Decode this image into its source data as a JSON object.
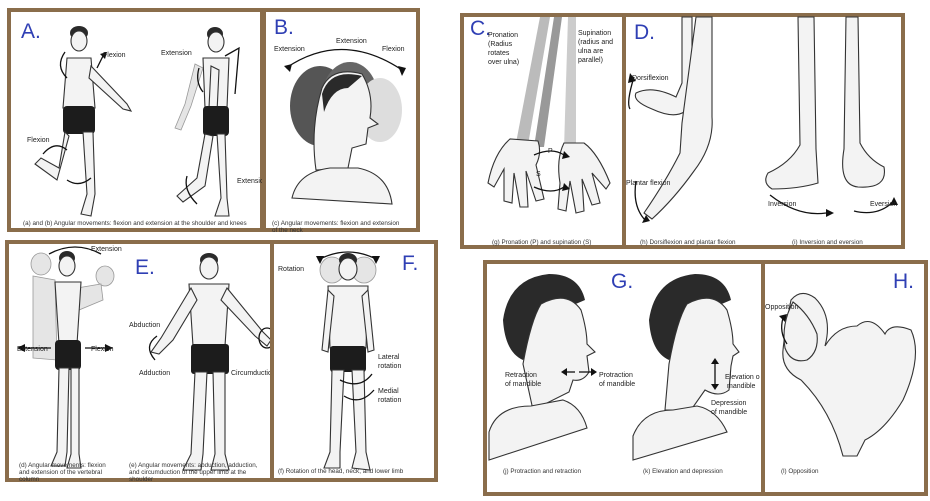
{
  "colors": {
    "frame": "#8a6d4b",
    "letters": "#2f3fb4"
  },
  "panelA": {
    "letter": "A.",
    "flexion_top": "Flexion",
    "extension_top": "Extension",
    "flexion_knee": "Flexion",
    "extension_knee": "Extension",
    "caption": "(a) and (b) Angular movements: flexion and extension at the shoulder and knees"
  },
  "panelB": {
    "letter": "B.",
    "extension": "Extension",
    "extension2": "Extension",
    "flexion": "Flexion",
    "caption_1": "(c) Angular movements: flexion and extension",
    "caption_2": "of the neck"
  },
  "panelC": {
    "letter": "C.",
    "pronation_1": "Pronation",
    "pronation_2": "(Radius",
    "pronation_3": "rotates",
    "pronation_4": "over ulna)",
    "supination_1": "Supination",
    "supination_2": "(radius and",
    "supination_3": "ulna are",
    "supination_4": "parallel)",
    "p": "P",
    "s": "S",
    "caption": "(g) Pronation (P) and supination (S)"
  },
  "panelD": {
    "letter": "D.",
    "dorsiflexion": "Dorsiflexion",
    "plantar": "Plantar flexion",
    "inversion": "Inversion",
    "eversion": "Eversion",
    "caption_h": "(h) Dorsiflexion and plantar flexion",
    "caption_i": "(i) Inversion and eversion"
  },
  "panelE": {
    "letter": "E.",
    "extension_top": "Extension",
    "extension_left": "Extension",
    "flexion": "Flexion",
    "abduction": "Abduction",
    "adduction": "Adduction",
    "circumduction": "Circumduction",
    "caption_d1": "(d) Angular movements: flexion",
    "caption_d2": "and extension of the vertebral",
    "caption_d3": "column",
    "caption_e1": "(e) Angular movements: abduction, adduction,",
    "caption_e2": "and circumduction of the upper limb at the",
    "caption_e3": "shoulder"
  },
  "panelF": {
    "letter": "F.",
    "rotation": "Rotation",
    "lateral_1": "Lateral",
    "lateral_2": "rotation",
    "medial_1": "Medial",
    "medial_2": "rotation",
    "caption": "(f) Rotation of the head, neck, and lower limb"
  },
  "panelG": {
    "letter": "G.",
    "retraction_1": "Retraction",
    "retraction_2": "of mandible",
    "protraction_1": "Protraction",
    "protraction_2": "of mandible",
    "elevation_1": "Elevation o",
    "elevation_2": "mandible",
    "depression_1": "Depression",
    "depression_2": "of mandible",
    "caption_j": "(j) Protraction and retraction",
    "caption_k": "(k) Elevation and depression"
  },
  "panelH": {
    "letter": "H.",
    "opposition": "Opposition",
    "caption": "(l) Opposition"
  }
}
